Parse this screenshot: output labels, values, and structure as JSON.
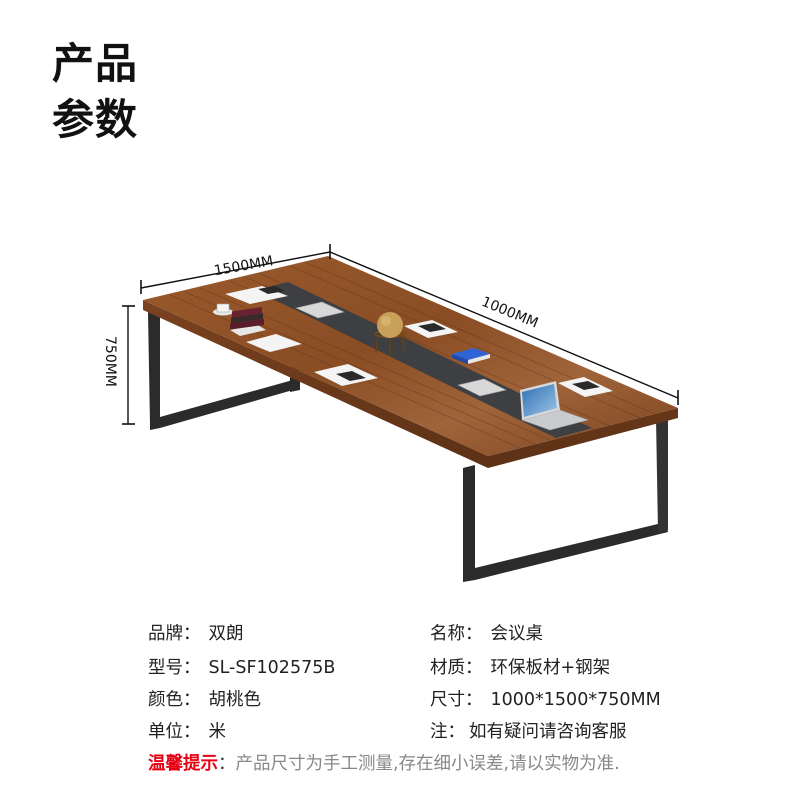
{
  "header": {
    "title_line1": "产品",
    "title_line2": "参数"
  },
  "illustration": {
    "subject": "conference-table",
    "dimensions": {
      "width_label": "1500MM",
      "depth_label": "1000MM",
      "height_label": "750MM"
    },
    "colors": {
      "wood": "#8a4f26",
      "wood_dark": "#6b3a1a",
      "steel_frame": "#2b2b2b",
      "center_strip": "#3d3f42"
    }
  },
  "specs": {
    "left": [
      {
        "label": "品牌：",
        "value": "双朗"
      },
      {
        "label": "型号：",
        "value": "SL-SF102575B"
      },
      {
        "label": "颜色：",
        "value": "胡桃色"
      },
      {
        "label": "单位：",
        "value": "米"
      }
    ],
    "right": [
      {
        "label": "名称：",
        "value": "会议桌"
      },
      {
        "label": "材质：",
        "value": "环保板材+钢架"
      },
      {
        "label": "尺寸：",
        "value": "1000*1500*750MM"
      },
      {
        "label": "注：",
        "value": "如有疑问请咨询客服"
      }
    ]
  },
  "notice": {
    "label": "温馨提示",
    "colon": "：",
    "text": "产品尺寸为手工测量,存在细小误差,请以实物为准.",
    "label_color": "#e60012",
    "text_color": "#888888"
  }
}
